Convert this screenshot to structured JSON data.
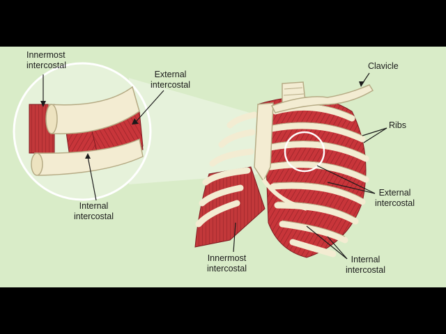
{
  "colors": {
    "background": "#d9ecc8",
    "bone": "#f3ecd2",
    "bone_outline": "#b5aa84",
    "muscle": "#c8353a",
    "muscle_dark": "#8e1f25",
    "letterbox": "#000000"
  },
  "labels": {
    "inset_innermost": "Innermost\nintercostal",
    "inset_external": "External\nintercostal",
    "inset_internal": "Internal\nintercostal",
    "clavicle": "Clavicle",
    "ribs": "Ribs",
    "external_intercostal": "External\nintercostal",
    "internal_intercostal": "Internal\nintercostal",
    "innermost_intercostal": "Innermost\nintercostal"
  }
}
